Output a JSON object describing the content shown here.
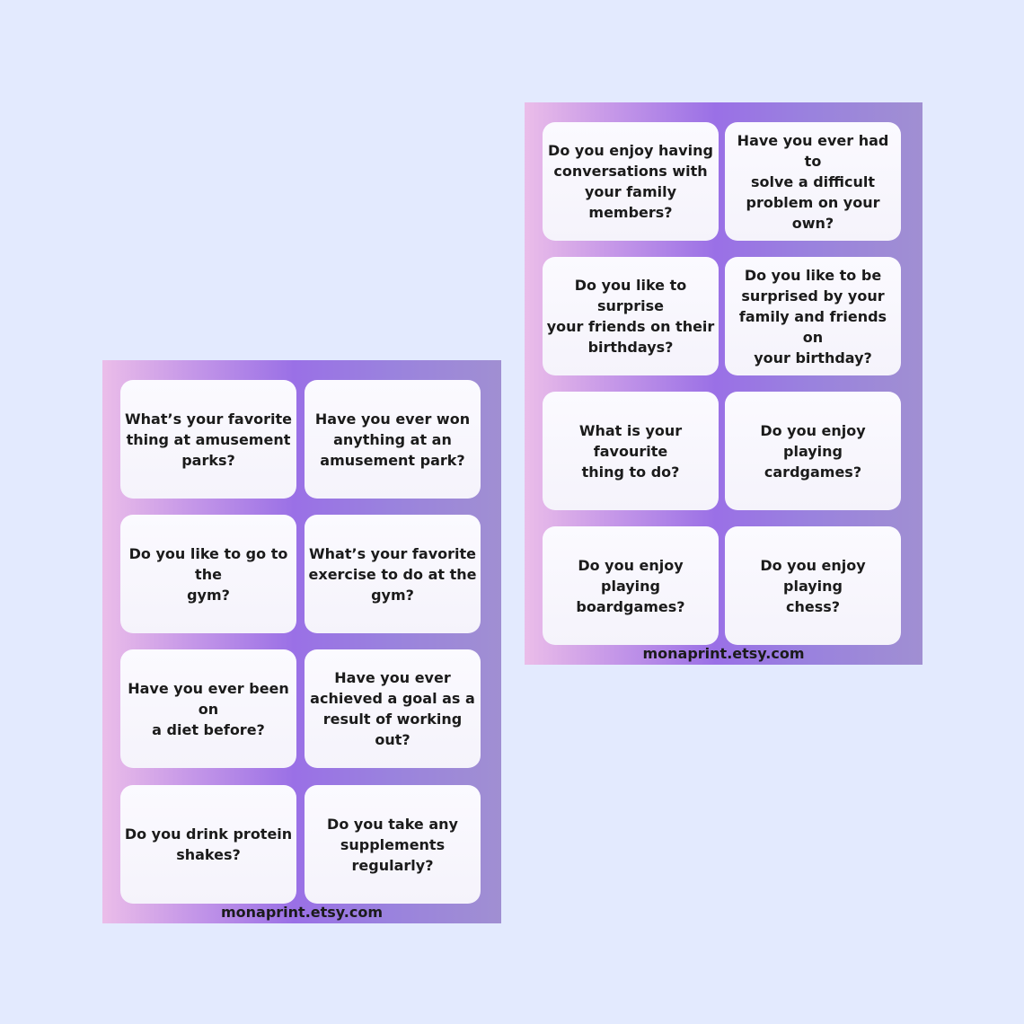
{
  "background_color": "#e3eafe",
  "card_color": "#f8f6fd",
  "sheet_gradient": [
    "#ebbde9",
    "#9a70e6",
    "#a08fd2"
  ],
  "left_sheet": {
    "cards": [
      "What’s your favorite\nthing  at amusement\nparks?",
      "Have you ever won\nanything at an\namusement park?",
      "Do you like to go to the\ngym?",
      "What’s your favorite\nexercise to do at the\ngym?",
      "Have you ever been on\na diet before?",
      "Have you ever\nachieved a goal as a\nresult of working out?",
      "Do you drink protein\nshakes?",
      "Do you take any\nsupplements\nregularly?"
    ],
    "footer": "monaprint.etsy.com"
  },
  "right_sheet": {
    "cards": [
      "Do you enjoy having\nconversations with\nyour family members?",
      "Have you ever had to\nsolve a difficult\nproblem on your own?",
      "Do you like to surprise\nyour friends on their\nbirthdays?",
      "Do you like to be\nsurprised by your\nfamily and  friends on\nyour birthday?",
      "What is your favourite\nthing to do?",
      "Do you enjoy playing\ncardgames?",
      "Do you enjoy playing\nboardgames?",
      "Do you enjoy playing\nchess?"
    ],
    "footer": "monaprint.etsy.com"
  }
}
